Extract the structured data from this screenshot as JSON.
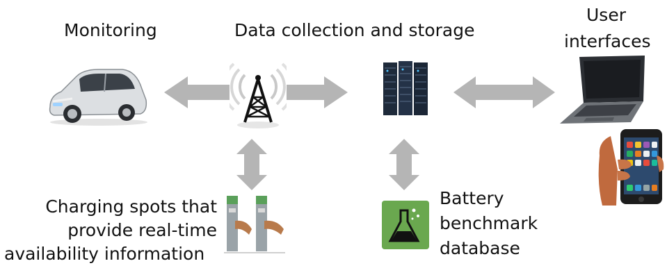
{
  "labels": {
    "monitoring": "Monitoring",
    "data_collection": "Data collection and storage",
    "user_interfaces_line1": "User",
    "user_interfaces_line2": "interfaces",
    "charging_line1": "Charging spots that",
    "charging_line2": "provide real-time",
    "charging_line3": "availability information",
    "battery_line1": "Battery",
    "battery_line2": "benchmark",
    "battery_line3": "database"
  },
  "icons": {
    "car": "electric-car-icon",
    "antenna": "radio-antenna-icon",
    "server": "server-rack-icon",
    "laptop": "laptop-icon",
    "phone": "smartphone-in-hand-icon",
    "charging": "charging-station-icon",
    "lab": "lab-flask-icon"
  },
  "colors": {
    "arrow": "#b5b5b5",
    "flask_bg": "#6aa84f",
    "server": "#1e2a3a"
  }
}
